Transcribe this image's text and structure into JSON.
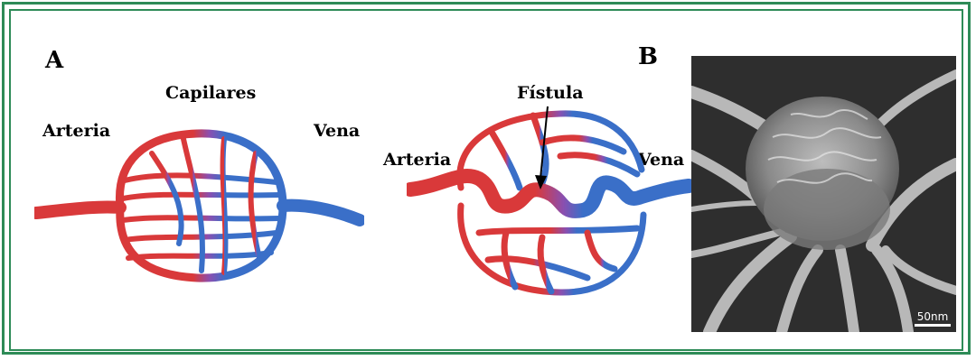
{
  "panel_a": {
    "letter": "A",
    "label_capillaries": "Capilares",
    "label_artery": "Arteria",
    "label_vein": "Vena"
  },
  "panel_b": {
    "letter": "B",
    "label_fistula": "Fístula",
    "label_artery": "Arteria",
    "label_vein": "Vena"
  },
  "micrograph": {
    "scale_label": "50nm"
  },
  "colors": {
    "frame": "#2e8b57",
    "artery": "#d9393a",
    "vein": "#3a6fc8",
    "transition": "#8a4fb0"
  }
}
